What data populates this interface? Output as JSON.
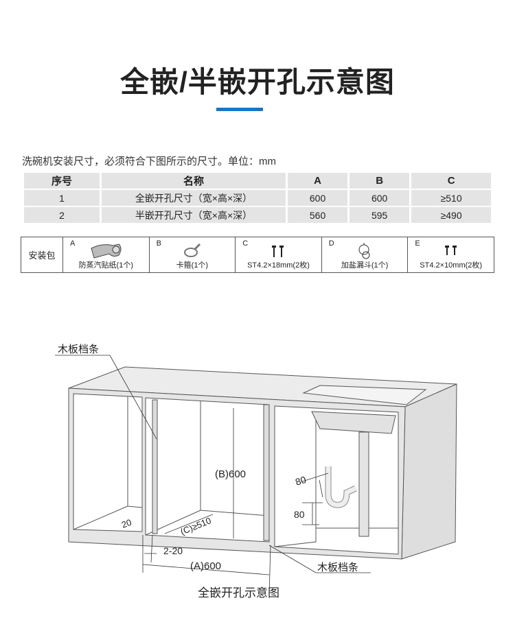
{
  "title": "全嵌/半嵌开孔示意图",
  "note": "洗碗机安装尺寸，必须符合下图所示的尺寸。单位：mm",
  "table": {
    "headers": [
      "序号",
      "名称",
      "A",
      "B",
      "C"
    ],
    "rows": [
      [
        "1",
        "全嵌开孔尺寸（宽×高×深）",
        "600",
        "600",
        "≥510"
      ],
      [
        "2",
        "半嵌开孔尺寸（宽×高×深）",
        "560",
        "595",
        "≥490"
      ]
    ]
  },
  "kit": {
    "label": "安装包",
    "items": [
      {
        "letter": "A",
        "name": "防蒸汽贴纸(1个)",
        "icon": "sticker-roll-icon"
      },
      {
        "letter": "B",
        "name": "卡箍(1个)",
        "icon": "clamp-icon"
      },
      {
        "letter": "C",
        "name": "ST4.2×18mm(2枚)",
        "icon": "screws-icon"
      },
      {
        "letter": "D",
        "name": "加盐漏斗(1个)",
        "icon": "salt-funnel-icon"
      },
      {
        "letter": "E",
        "name": "ST4.2×10mm(2枚)",
        "icon": "screws-icon"
      }
    ]
  },
  "diagram": {
    "label_top": "木板档条",
    "label_bottom": "木板档条",
    "b_dim": "(B)600",
    "c_dim": "(C)≥510",
    "a_dim": "(A)600",
    "gap_dim": "2-20",
    "side_dim": "20",
    "pipe_dim1": "80",
    "pipe_dim2": "80",
    "caption": "全嵌开孔示意图"
  }
}
